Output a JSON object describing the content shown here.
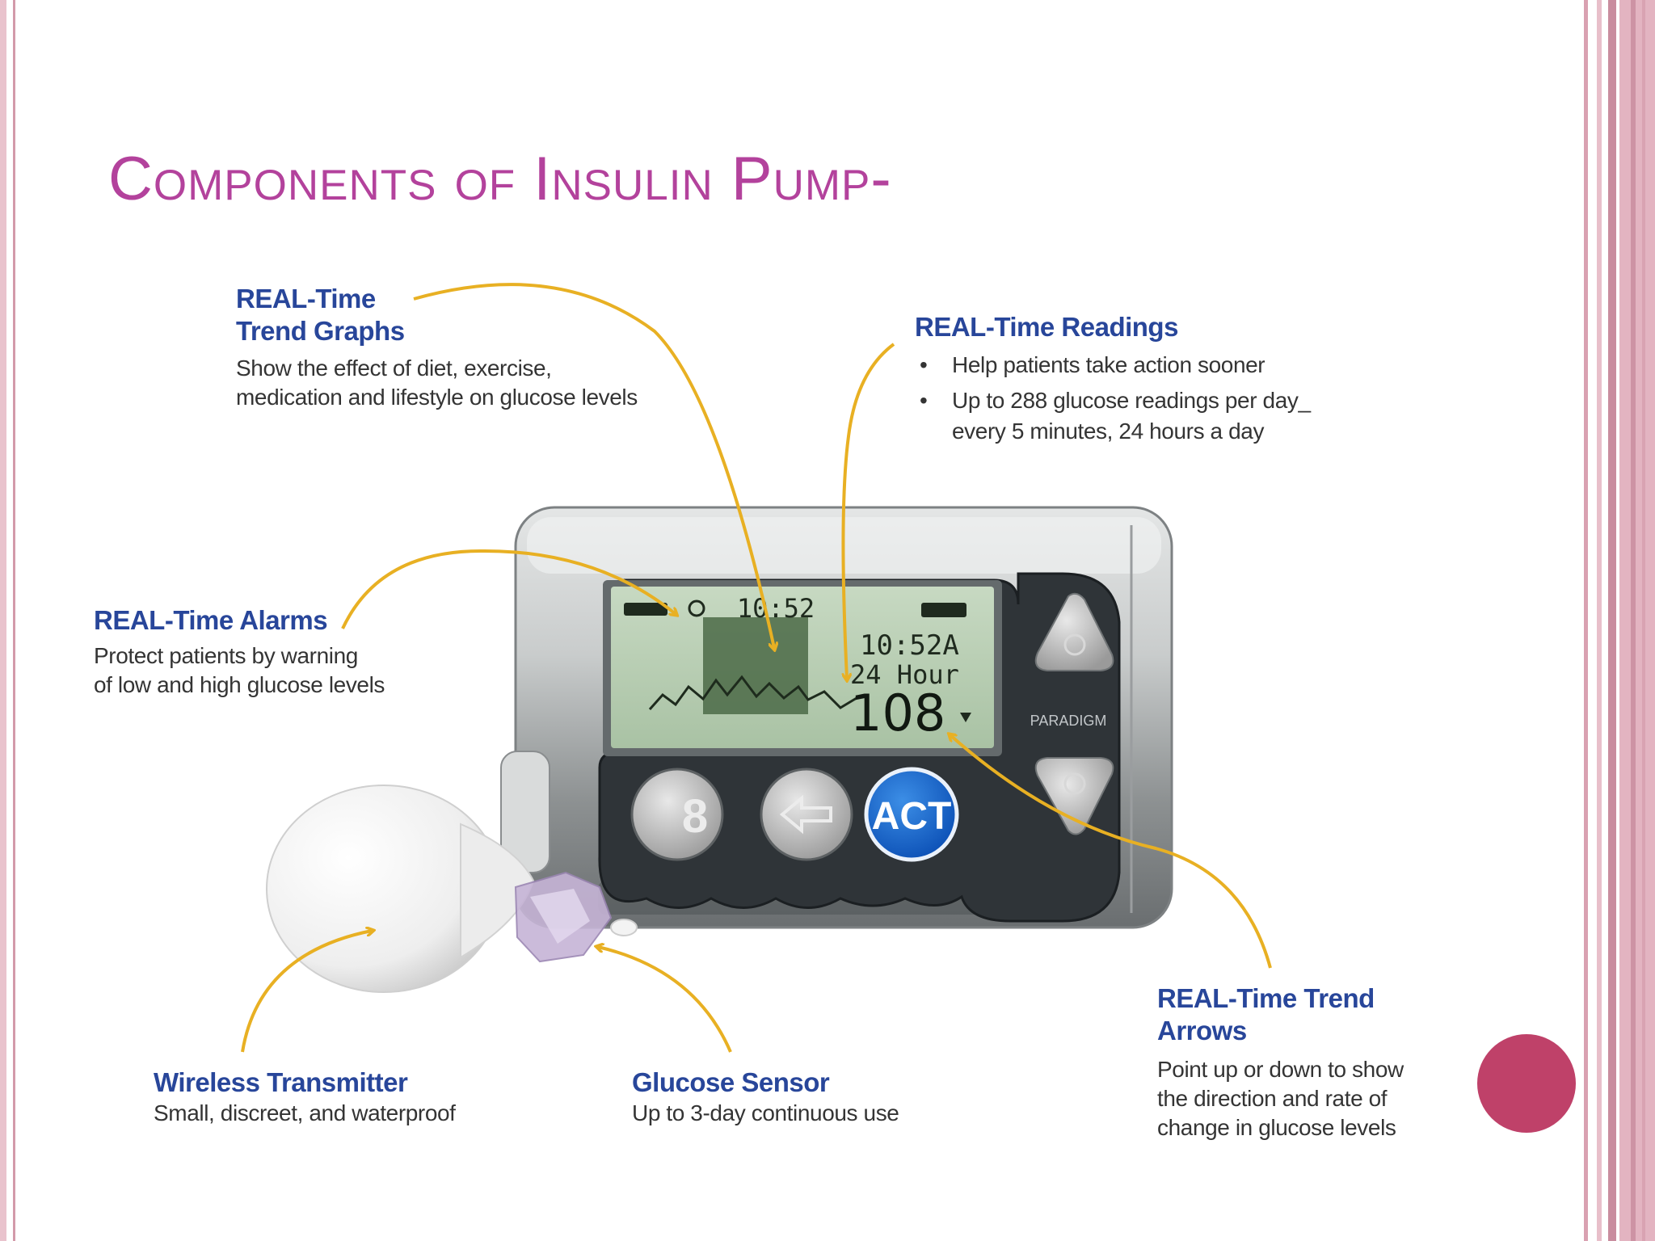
{
  "slide": {
    "title": "Components of Insulin Pump-",
    "accent_color": "#bf4169",
    "title_color": "#b3429c"
  },
  "device": {
    "screen": {
      "time_status": "10:52",
      "time_main": "10:52A",
      "period": "24 Hour",
      "reading": "108"
    },
    "brand": "PARADIGM",
    "buttons": {
      "esc": "8",
      "act": "ACT"
    },
    "arrow_color": "#e8b023"
  },
  "callouts": {
    "trend_graphs": {
      "title_line1": "REAL-Time",
      "title_line2": "Trend Graphs",
      "desc_line1": "Show the effect of diet, exercise,",
      "desc_line2": "medication and lifestyle on glucose levels"
    },
    "readings": {
      "title": "REAL-Time Readings",
      "bullets": [
        {
          "line1": "Help patients take action sooner",
          "line2": ""
        },
        {
          "line1": "Up to 288 glucose readings per day_",
          "line2": "every 5 minutes, 24 hours a day"
        }
      ]
    },
    "alarms": {
      "title": "REAL-Time Alarms",
      "desc_line1": "Protect patients by warning",
      "desc_line2": "of low and high glucose levels"
    },
    "transmitter": {
      "title": "Wireless Transmitter",
      "desc": "Small, discreet, and waterproof"
    },
    "sensor": {
      "title": "Glucose Sensor",
      "desc": "Up to 3-day continuous use"
    },
    "trend_arrows": {
      "title_line1": "REAL-Time Trend",
      "title_line2": "Arrows",
      "desc_line1": "Point up or down to show",
      "desc_line2": "the direction and rate of",
      "desc_line3": "change in glucose levels"
    }
  }
}
